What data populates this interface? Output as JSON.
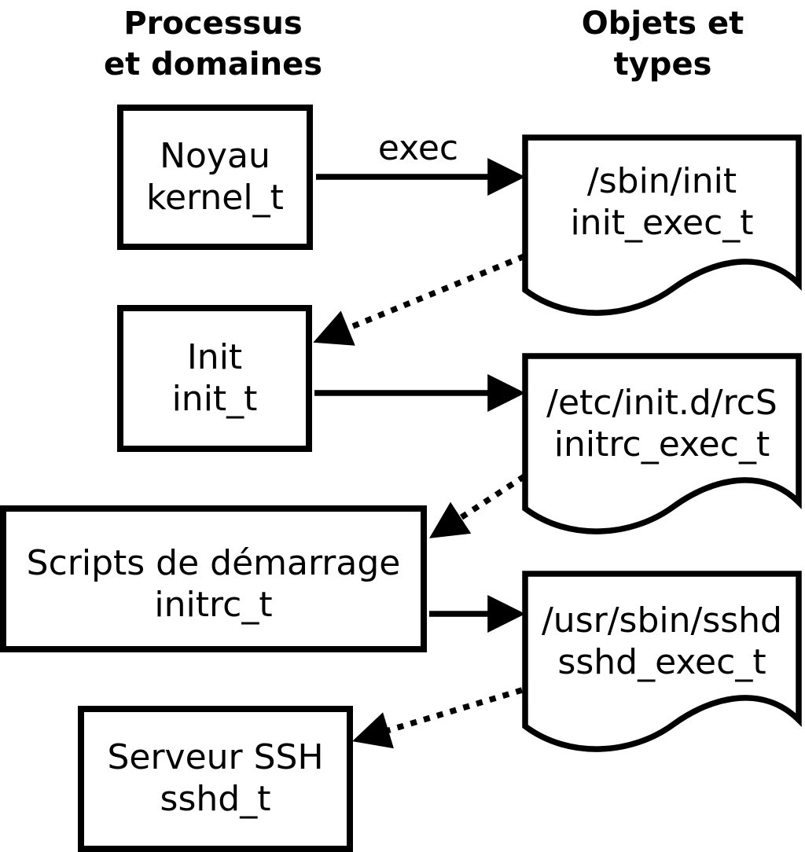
{
  "diagram": {
    "columns": {
      "left": {
        "title_lines": [
          "Processus",
          "et domaines"
        ]
      },
      "right": {
        "title_lines": [
          "Objets et",
          "types"
        ]
      }
    },
    "processes": [
      {
        "label": "Noyau",
        "type": "kernel_t"
      },
      {
        "label": "Init",
        "type": "init_t"
      },
      {
        "label": "Scripts de démarrage",
        "type": "initrc_t"
      },
      {
        "label": "Serveur SSH",
        "type": "sshd_t"
      }
    ],
    "objects": [
      {
        "path": "/sbin/init",
        "type": "init_exec_t"
      },
      {
        "path": "/etc/init.d/rcS",
        "type": "initrc_exec_t"
      },
      {
        "path": "/usr/sbin/sshd",
        "type": "sshd_exec_t"
      }
    ],
    "edges": [
      {
        "from": "kernel_t",
        "to": "init_exec_t",
        "style": "solid",
        "label": "exec"
      },
      {
        "from": "init_exec_t",
        "to": "init_t",
        "style": "dotted",
        "label": ""
      },
      {
        "from": "init_t",
        "to": "initrc_exec_t",
        "style": "solid",
        "label": ""
      },
      {
        "from": "initrc_exec_t",
        "to": "initrc_t",
        "style": "dotted",
        "label": ""
      },
      {
        "from": "initrc_t",
        "to": "sshd_exec_t",
        "style": "solid",
        "label": ""
      },
      {
        "from": "sshd_exec_t",
        "to": "sshd_t",
        "style": "dotted",
        "label": ""
      }
    ],
    "colors": {
      "ink": "#000000",
      "background": "#ffffff"
    }
  }
}
